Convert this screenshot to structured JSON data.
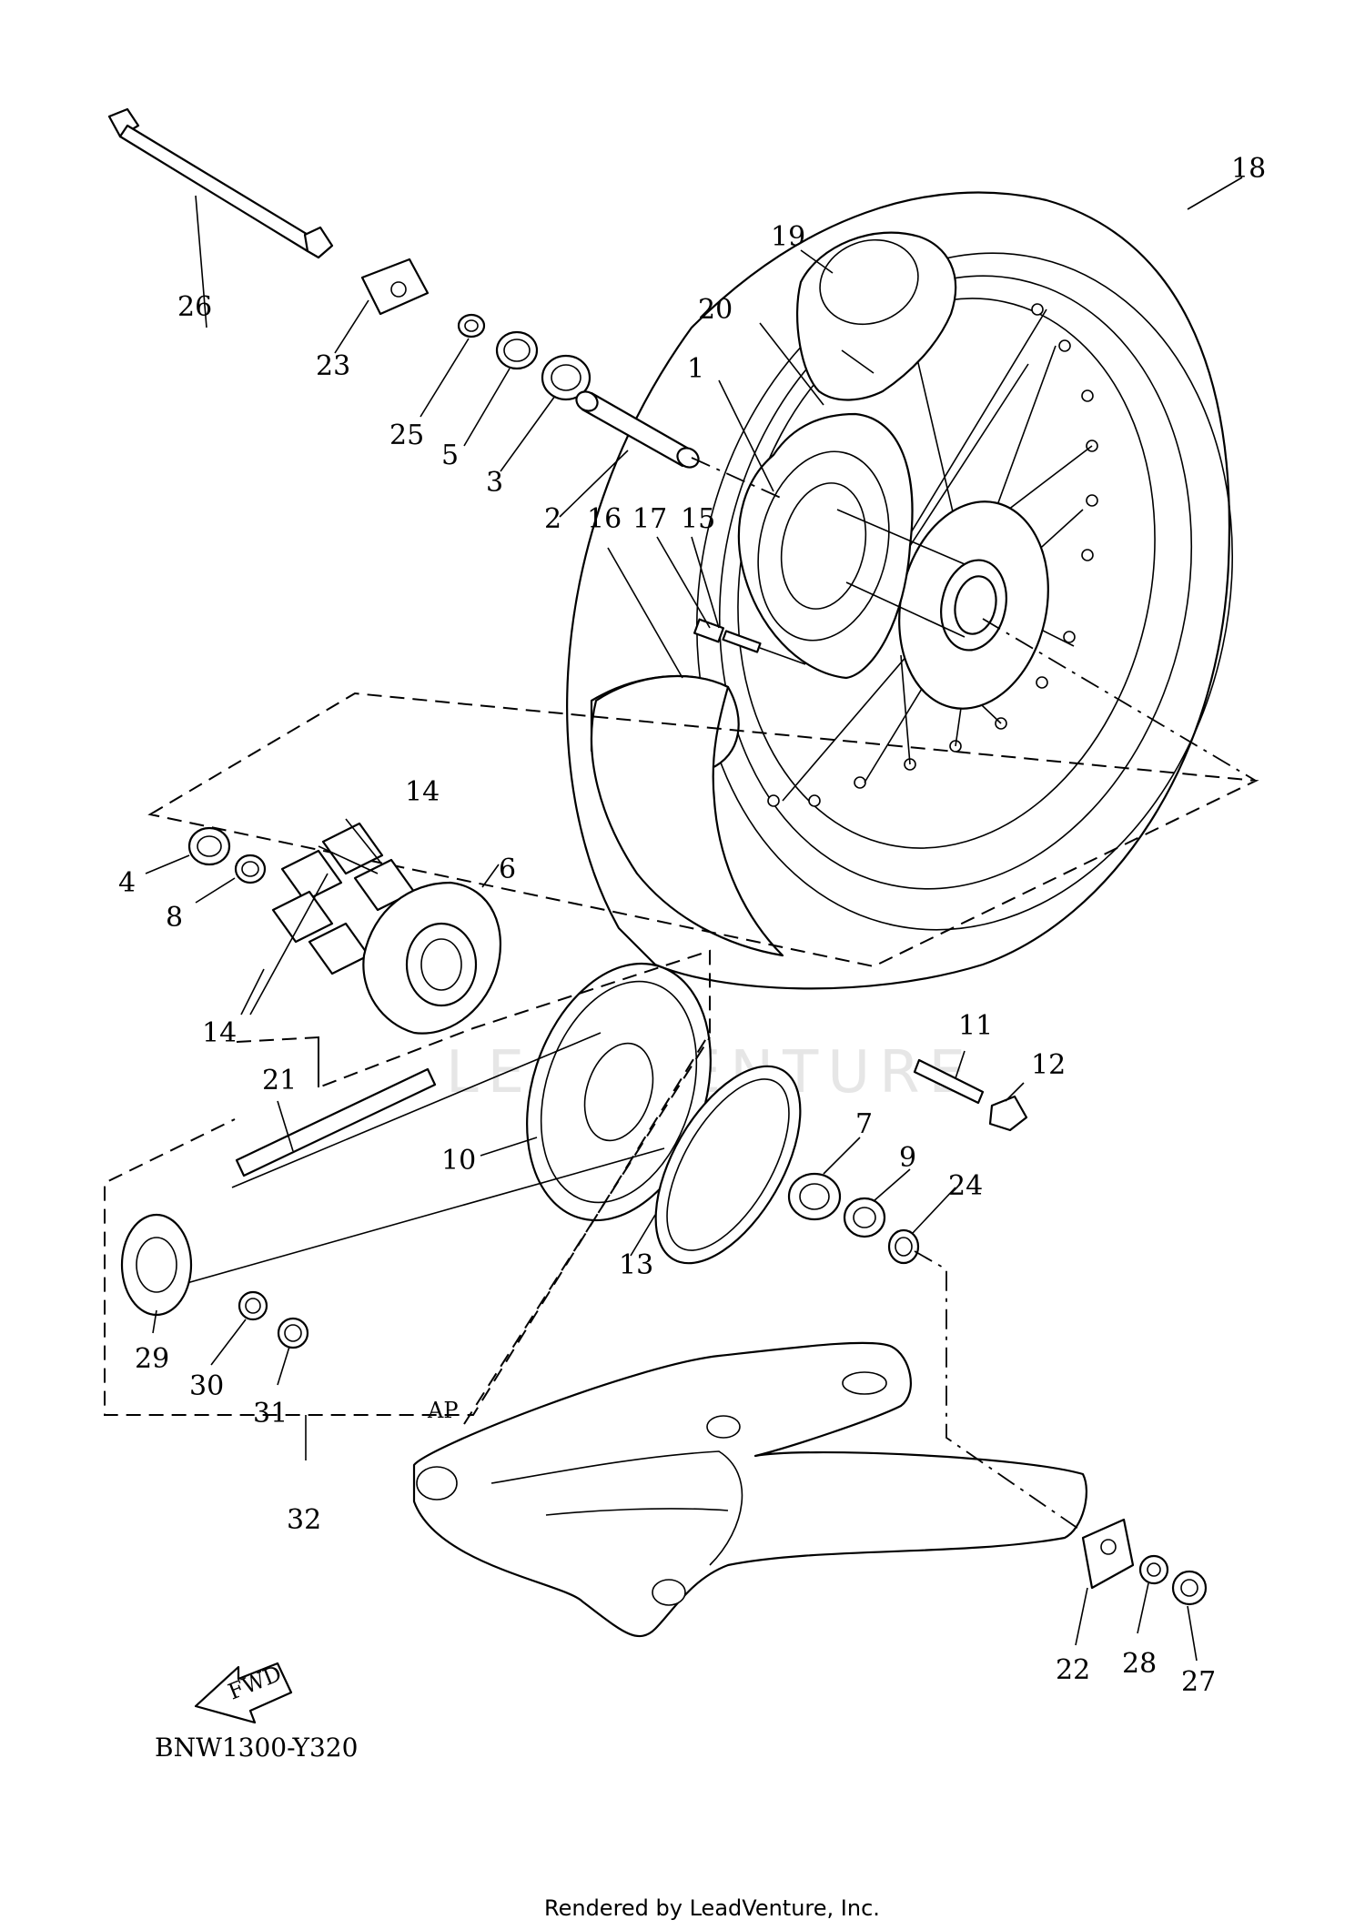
{
  "diagram": {
    "code": "BNW1300-Y320",
    "fwd_label": "FWD",
    "ap_label": "AP",
    "footer": "Rendered by LeadVenture, Inc.",
    "watermark": "LEADVENTURE",
    "callouts": [
      "1",
      "2",
      "3",
      "4",
      "5",
      "6",
      "7",
      "8",
      "9",
      "10",
      "11",
      "12",
      "13",
      "14",
      "15",
      "16",
      "17",
      "18",
      "19",
      "20",
      "21",
      "22",
      "23",
      "24",
      "25",
      "26",
      "27",
      "28",
      "29",
      "30",
      "31",
      "32"
    ]
  }
}
